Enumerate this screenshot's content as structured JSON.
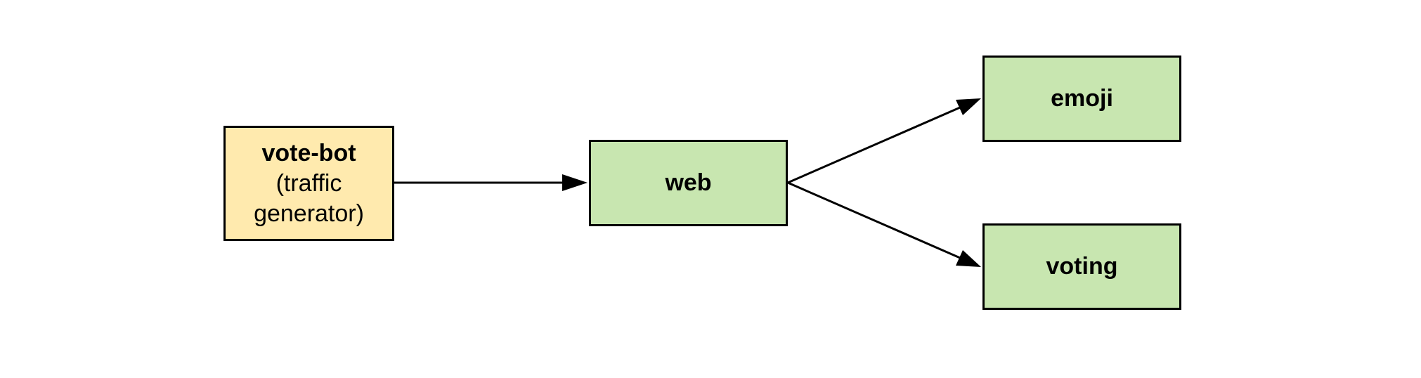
{
  "colors": {
    "source_fill": "#FFEAAE",
    "service_fill": "#C8E6B0",
    "stroke": "#000000",
    "text": "#000000"
  },
  "nodes": {
    "vote_bot": {
      "title": "vote-bot",
      "subtitle_line1": "(traffic",
      "subtitle_line2": "generator)"
    },
    "web": {
      "title": "web"
    },
    "emoji": {
      "title": "emoji"
    },
    "voting": {
      "title": "voting"
    }
  },
  "edges": [
    {
      "from": "vote-bot",
      "to": "web"
    },
    {
      "from": "web",
      "to": "emoji"
    },
    {
      "from": "web",
      "to": "voting"
    }
  ]
}
